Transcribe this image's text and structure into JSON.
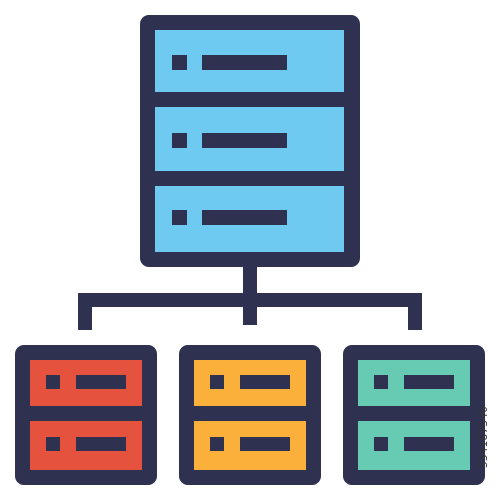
{
  "icon": {
    "name": "server-network-icon",
    "colors": {
      "outline": "#2f3150",
      "main_server": "#6ecaf0",
      "node_left": "#e5533e",
      "node_middle": "#fbb03b",
      "node_right": "#67cbb3",
      "background": "#ffffff"
    },
    "main_server": {
      "bays": 3
    },
    "nodes": [
      {
        "id": "left",
        "bays": 2
      },
      {
        "id": "middle",
        "bays": 2
      },
      {
        "id": "right",
        "bays": 2
      }
    ]
  },
  "stock_id": "534187540"
}
